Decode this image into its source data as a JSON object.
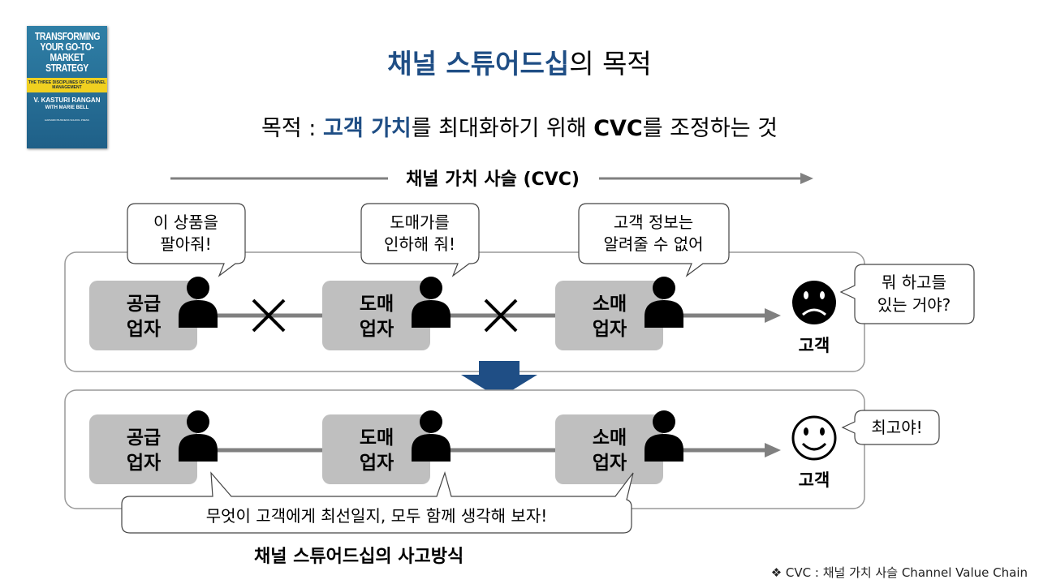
{
  "book_cover": {
    "title": "TRANSFORMING YOUR GO-TO-MARKET STRATEGY",
    "subtitle": "THE THREE DISCIPLINES OF CHANNEL MANAGEMENT",
    "author": "V. KASTURI RANGAN",
    "coauthor": "WITH MARIE BELL",
    "publisher": "HARVARD BUSINESS SCHOOL PRESS"
  },
  "title": {
    "highlight": "채널 스튜어드십",
    "rest": "의 목적"
  },
  "subtitle": {
    "p1": "목적 : ",
    "h1": "고객 가치",
    "p2": "를 최대화하기 위해 ",
    "h2": "CVC",
    "p3": "를 조정하는 것"
  },
  "cvc_label": "채널 가치 사슬 (CVC)",
  "colors": {
    "accent": "#1f4e85",
    "box": "#bfbfbf",
    "line": "#808080"
  },
  "top_diagram": {
    "actors": [
      {
        "label1": "공급",
        "label2": "업자",
        "bubble1": "이 상품을",
        "bubble2": "팔아줘!"
      },
      {
        "label1": "도매",
        "label2": "업자",
        "bubble1": "도매가를",
        "bubble2": "인하해 줘!"
      },
      {
        "label1": "소매",
        "label2": "업자",
        "bubble1": "고객 정보는",
        "bubble2": "알려줄 수 없어"
      }
    ],
    "customer": "고객",
    "customer_bubble1": "뭐 하고들",
    "customer_bubble2": "있는 거야?"
  },
  "bottom_diagram": {
    "actors": [
      {
        "label1": "공급",
        "label2": "업자"
      },
      {
        "label1": "도매",
        "label2": "업자"
      },
      {
        "label1": "소매",
        "label2": "업자"
      }
    ],
    "customer": "고객",
    "customer_bubble": "최고야!",
    "shared_bubble": "무엇이 고객에게 최선일지, 모두 함께 생각해 보자!"
  },
  "caption": "채널 스튜어드십의 사고방식",
  "footnote": "❖ CVC :  채널 가치 사슬 Channel Value Chain"
}
